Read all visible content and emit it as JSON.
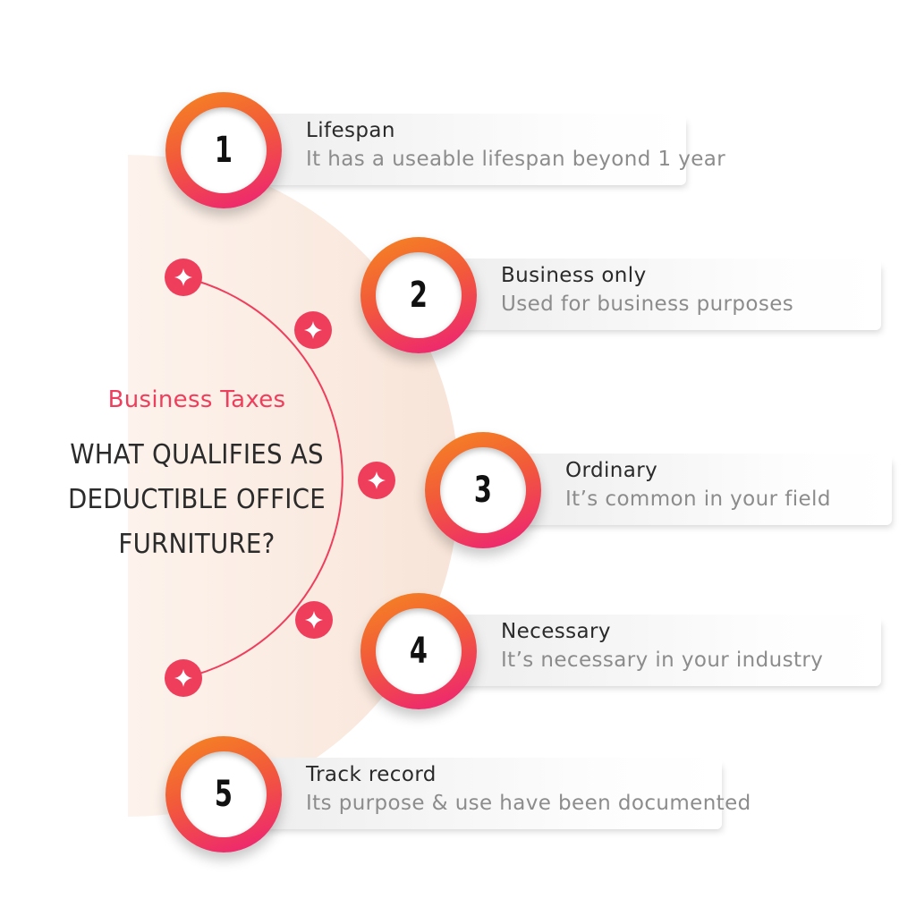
{
  "header": {
    "category": "Business Taxes",
    "title": "WHAT QUALIFIES AS\nDEDUCTIBLE OFFICE\nFURNITURE?"
  },
  "colors": {
    "accent": "#ef3e5c",
    "badge_gradient_start": "#f58720",
    "badge_gradient_end": "#ed1e79",
    "backdrop": "#fbeee6"
  },
  "items": [
    {
      "number": "1",
      "title": "Lifespan",
      "description": "It has a useable lifespan beyond 1 year"
    },
    {
      "number": "2",
      "title": "Business only",
      "description": "Used for business purposes"
    },
    {
      "number": "3",
      "title": "Ordinary",
      "description": "It’s common in your field"
    },
    {
      "number": "4",
      "title": "Necessary",
      "description": "It’s necessary in your industry"
    },
    {
      "number": "5",
      "title": "Track record",
      "description": "Its purpose & use have been documented"
    }
  ],
  "markers": {
    "count": 5,
    "icon": "sparkle-icon"
  }
}
